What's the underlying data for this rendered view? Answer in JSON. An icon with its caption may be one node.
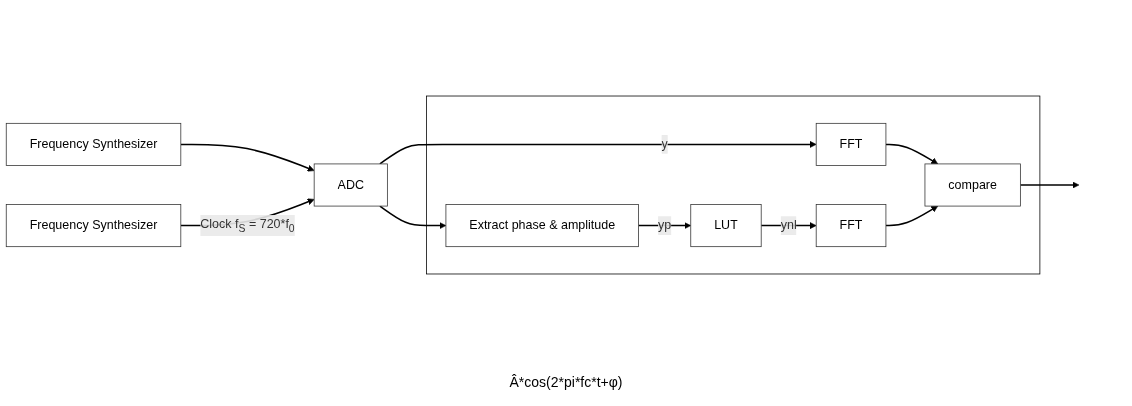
{
  "diagram": {
    "nodes": [
      {
        "text": [
          "Frequency Synthesizer"
        ]
      },
      {
        "text": [
          "Frequency Synthesizer"
        ]
      },
      {
        "text": [
          "ADC"
        ]
      },
      {
        "text": [],
        "shape": "box"
      },
      {
        "text": [
          "FFT"
        ],
        "in": 3
      },
      {
        "text": [
          "Extract phase & amplitude"
        ],
        "in": 3
      },
      {
        "text": [
          "LUT"
        ],
        "in": 3
      },
      {
        "text": [
          "FFT"
        ],
        "in": 3
      },
      {
        "text": [
          "compare"
        ],
        "in": 3
      }
    ],
    "edges": [
      {
        "from": 0,
        "to": 2,
        "arrow": "to"
      },
      {
        "from": 1,
        "to": 2,
        "arrow": "to",
        "label": "Clock f$_{S}$ = 720*f$_{0}$"
      },
      {
        "from": 2,
        "to": 4,
        "arrow": "to",
        "label": "y"
      },
      {
        "from": 2,
        "to": 5,
        "arrow": "to"
      },
      {
        "from": 5,
        "to": 6,
        "arrow": "to",
        "label": "yp"
      },
      {
        "from": 6,
        "to": 7,
        "arrow": "to",
        "label": "ynl"
      },
      {
        "from": 4,
        "to": 8,
        "arrow": "to"
      },
      {
        "from": 7,
        "to": 8,
        "arrow": "to"
      },
      {
        "from": 8,
        "to": null,
        "arrow": "to"
      }
    ],
    "labels": [
      "Â*cos(2*pi*fc*t+φ)"
    ]
  }
}
